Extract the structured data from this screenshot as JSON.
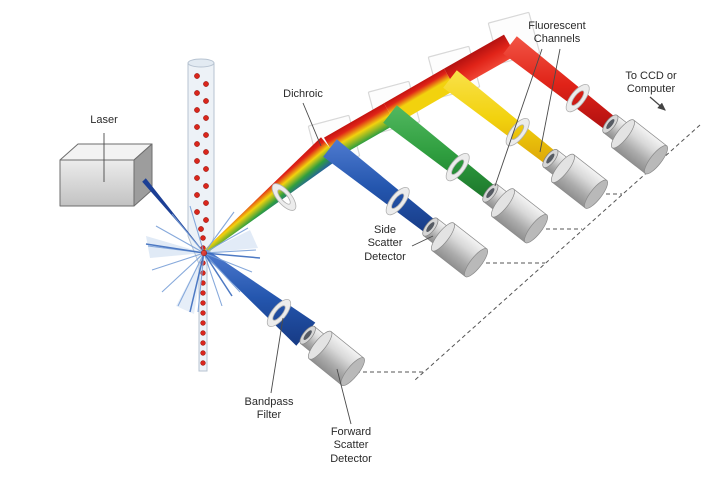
{
  "labels": {
    "laser": "Laser",
    "dichroic": "Dichroic",
    "fluorescent_channels": "Fluorescent\nChannels",
    "to_ccd": "To CCD or\nComputer",
    "side_scatter_detector": "Side\nScatter\nDetector",
    "bandpass_filter": "Bandpass\nFilter",
    "forward_scatter_detector": "Forward\nScatter\nDetector"
  },
  "colors": {
    "beam_blue": "#2456ae",
    "beam_green": "#2f9e3f",
    "beam_yellow": "#f2d20e",
    "beam_red": "#e02318",
    "laser_beam_blue": "#1c3f95",
    "particle_red": "#d9261c",
    "detector_gray": "#c9c9c9",
    "label_text": "#2a2a2a",
    "background": "#ffffff"
  }
}
